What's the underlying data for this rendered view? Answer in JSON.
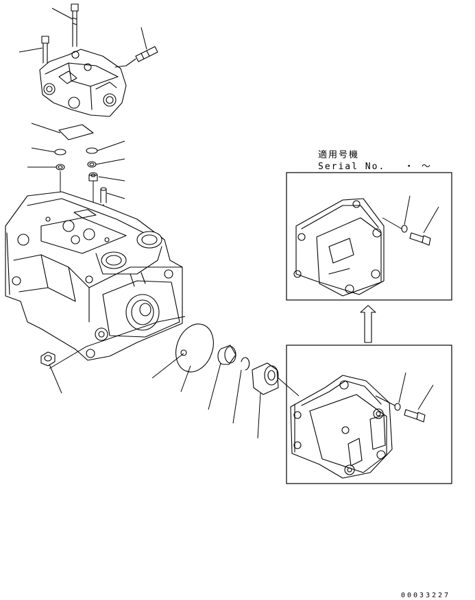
{
  "applicability": {
    "heading": "適用号機",
    "serial_label": "Serial No.",
    "serial_range": "・ ～"
  },
  "drawing_code": "00033227"
}
